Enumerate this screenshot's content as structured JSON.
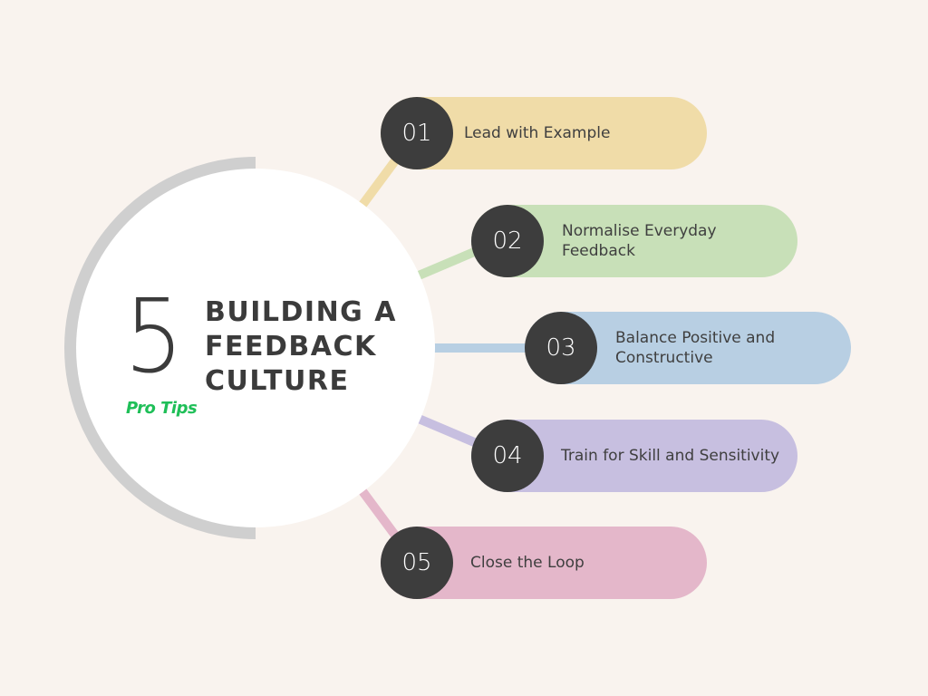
{
  "hub": {
    "number": "5",
    "title_lines": [
      "BUILDING A",
      "FEEDBACK",
      "CULTURE"
    ],
    "subtitle": "Pro Tips"
  },
  "tips": [
    {
      "number": "01",
      "label": "Lead with Example",
      "color": "#f0dca8"
    },
    {
      "number": "02",
      "label": "Normalise Everyday Feedback",
      "color": "#c8e0b8"
    },
    {
      "number": "03",
      "label": "Balance Positive and Constructive",
      "color": "#b8cfe3"
    },
    {
      "number": "04",
      "label": "Train for Skill and Sensitivity",
      "color": "#c7bfe0"
    },
    {
      "number": "05",
      "label": "Close the Loop",
      "color": "#e4b7ca"
    }
  ],
  "colors": {
    "background": "#f9f3ee",
    "arc": "#cfcfcf",
    "number_circle": "#3d3d3d",
    "accent": "#1fbf58",
    "text": "#3b3b3b"
  }
}
